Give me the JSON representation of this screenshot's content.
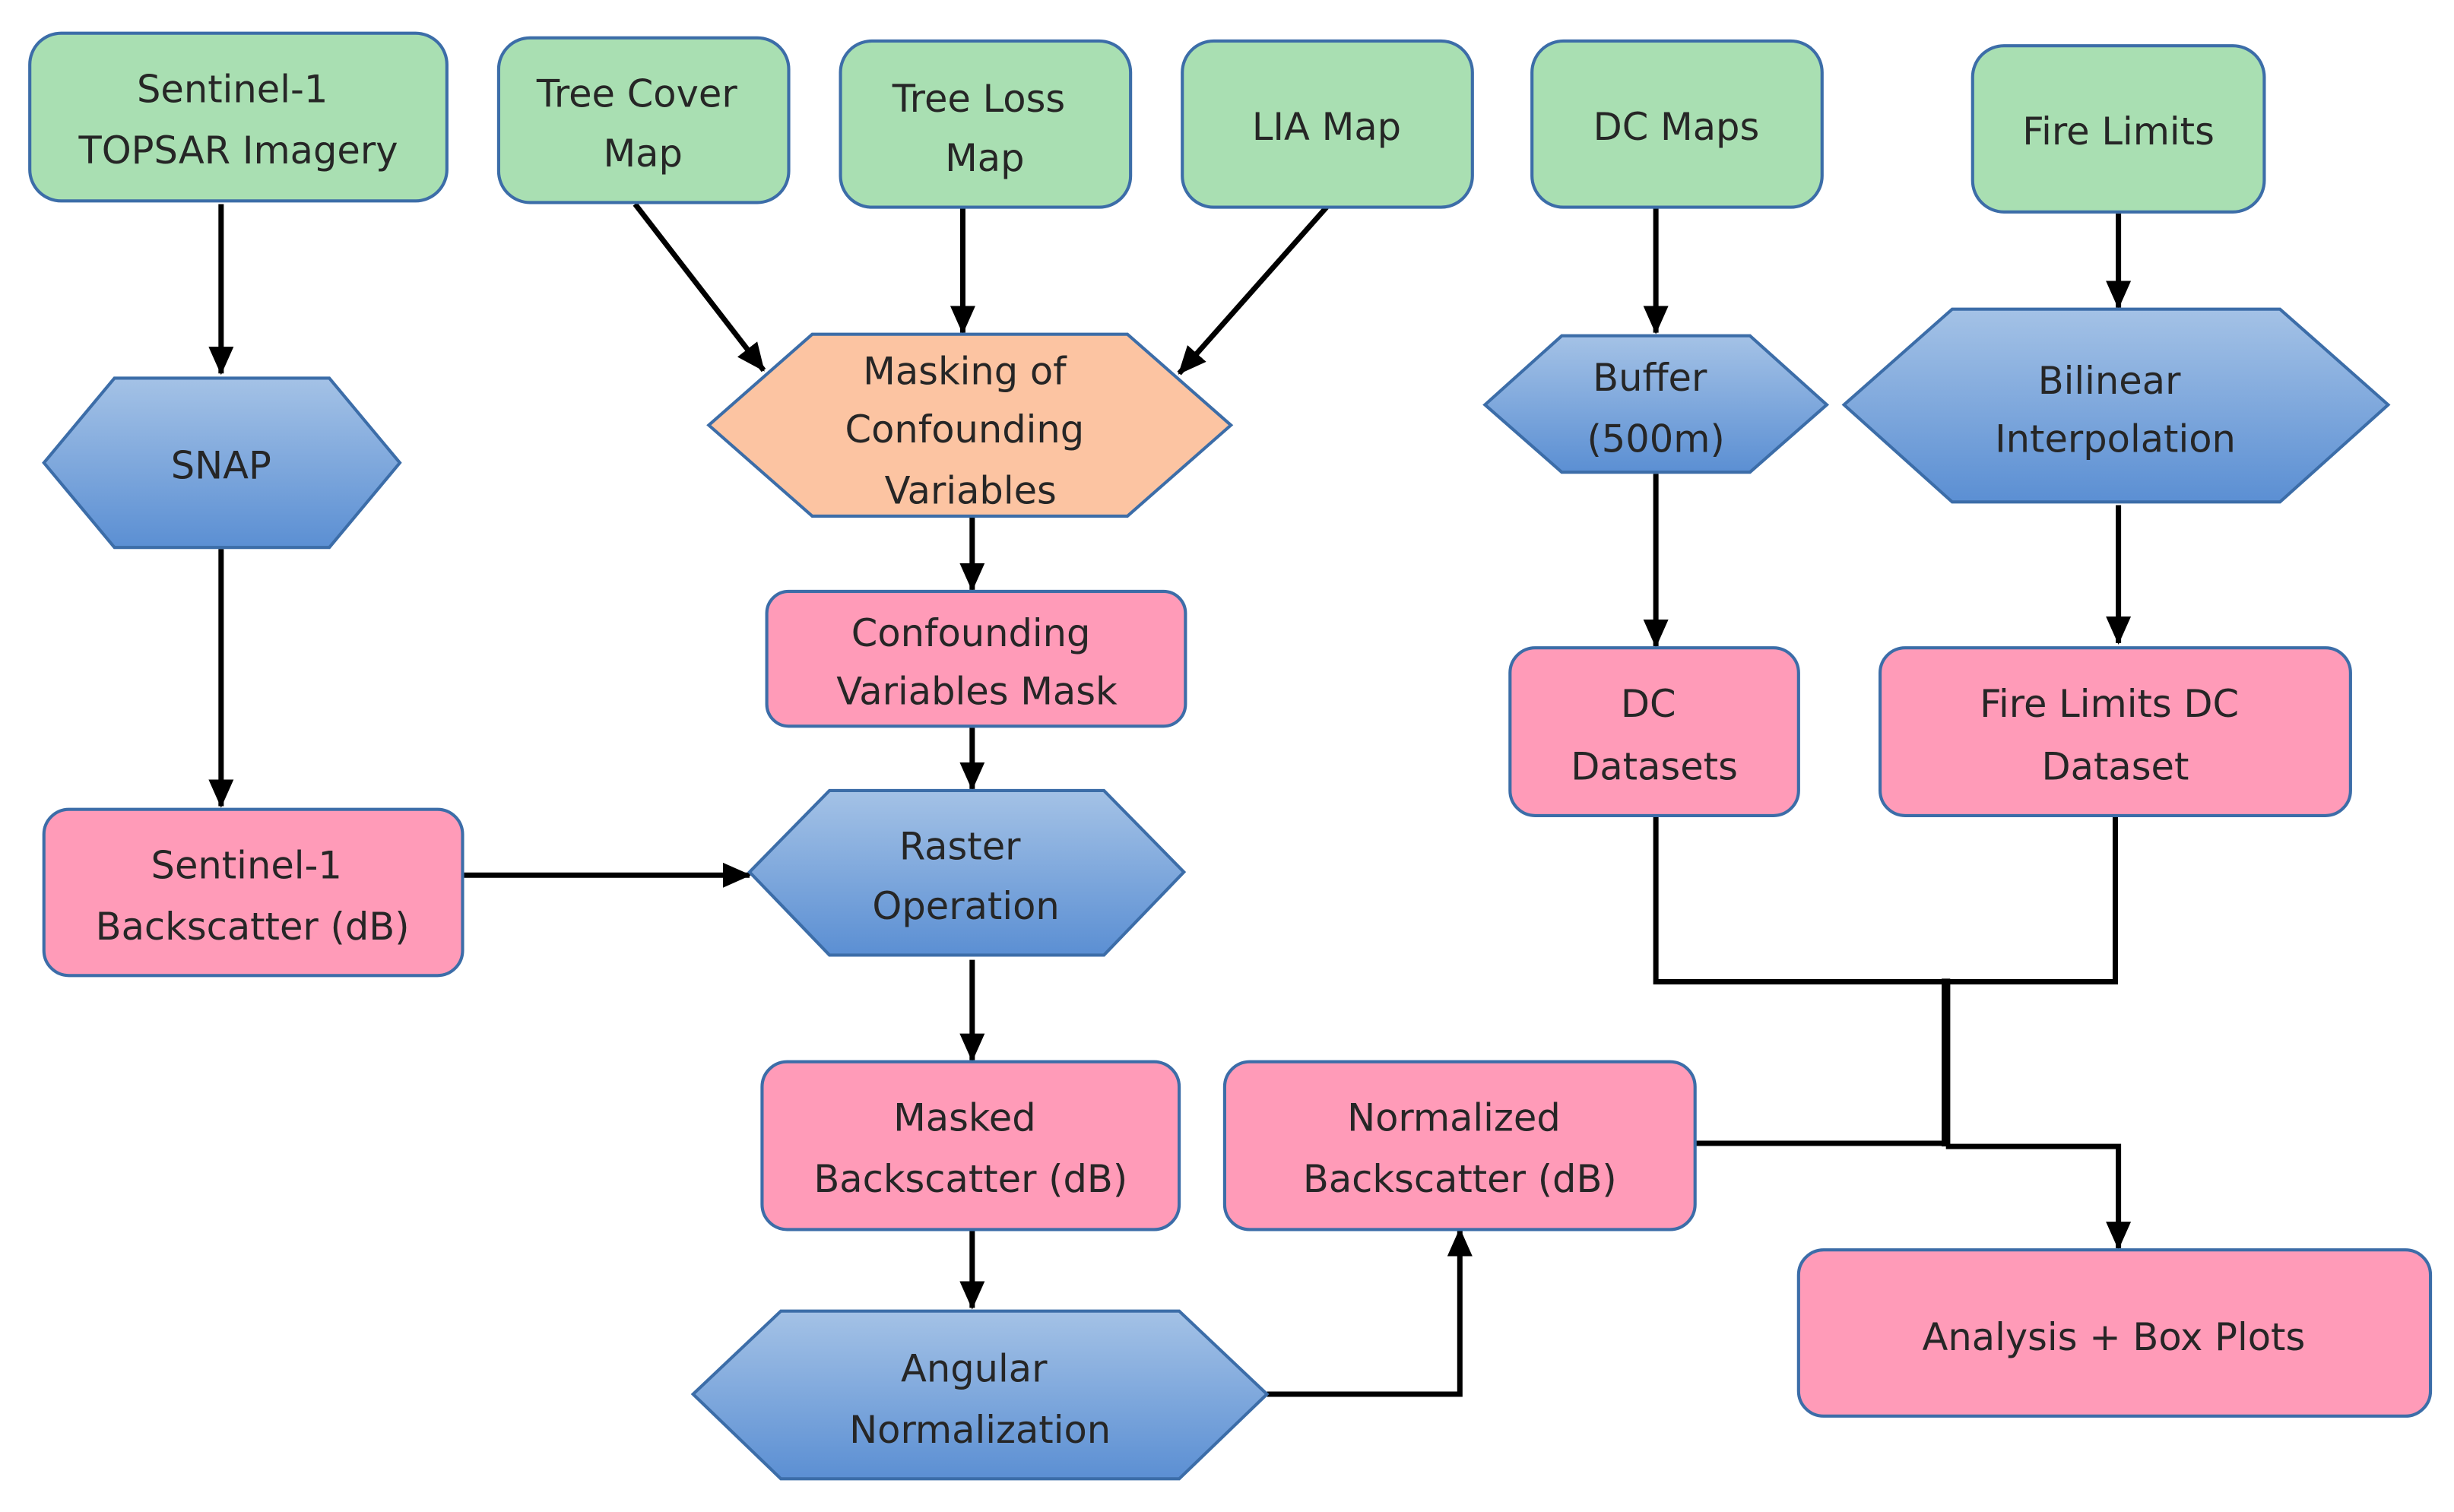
{
  "nodes": {
    "sentinel_topsar": {
      "lines": [
        "Sentinel-1",
        "TOPSAR Imagery"
      ]
    },
    "tree_cover": {
      "lines": [
        "Tree Cover",
        "Map"
      ]
    },
    "tree_loss": {
      "lines": [
        "Tree Loss",
        "Map"
      ]
    },
    "lia_map": {
      "lines": [
        "LIA Map"
      ]
    },
    "dc_maps": {
      "lines": [
        "DC Maps"
      ]
    },
    "fire_limits": {
      "lines": [
        "Fire Limits"
      ]
    },
    "snap": {
      "lines": [
        "SNAP"
      ]
    },
    "masking": {
      "lines": [
        "Masking of",
        "Confounding",
        "Variables"
      ]
    },
    "buffer": {
      "lines": [
        "Buffer",
        "(500m)"
      ]
    },
    "bilinear": {
      "lines": [
        "Bilinear",
        "Interpolation"
      ]
    },
    "cv_mask": {
      "lines": [
        "Confounding",
        "Variables Mask"
      ]
    },
    "dc_datasets": {
      "lines": [
        "DC",
        "Datasets"
      ]
    },
    "fire_dc": {
      "lines": [
        "Fire Limits DC",
        "Dataset"
      ]
    },
    "backscatter": {
      "lines": [
        "Sentinel-1",
        "Backscatter (dB)"
      ]
    },
    "raster": {
      "lines": [
        "Raster",
        "Operation"
      ]
    },
    "masked_bs": {
      "lines": [
        "Masked",
        "Backscatter (dB)"
      ]
    },
    "normalized_bs": {
      "lines": [
        "Normalized",
        "Backscatter (dB)"
      ]
    },
    "angular": {
      "lines": [
        "Angular",
        "Normalization"
      ]
    },
    "analysis": {
      "lines": [
        "Analysis + Box Plots"
      ]
    }
  },
  "colors": {
    "input_fill": "#a9dfb2",
    "product_fill": "#ff9bb8",
    "process_fill_top": "#a4c2e6",
    "process_fill_bottom": "#5b8fd3",
    "masking_fill": "#fcc4a2",
    "border": "#3c6da8",
    "arrow": "#000000"
  }
}
